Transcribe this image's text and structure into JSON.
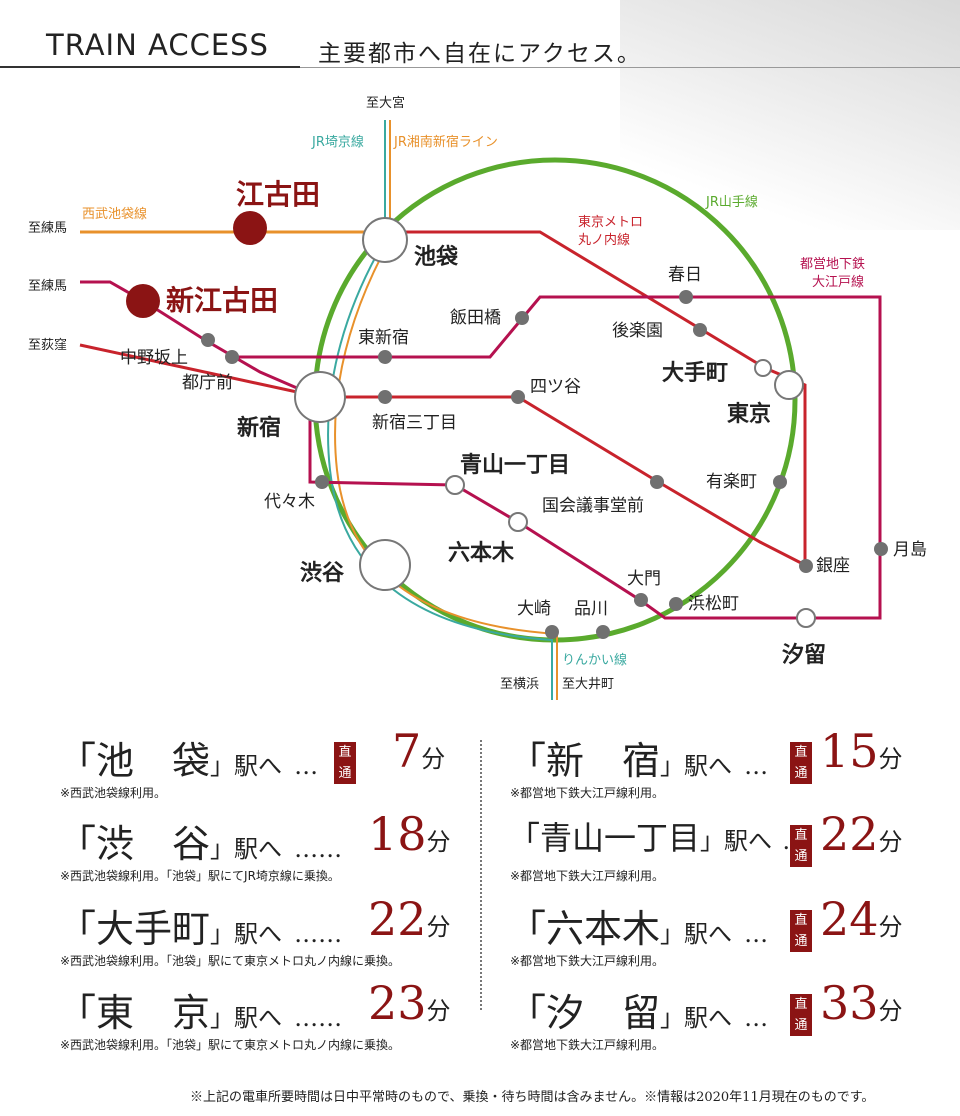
{
  "header": {
    "title_en": "TRAIN ACCESS",
    "title_ja": "主要都市へ自在にアクセス。"
  },
  "map": {
    "directions": {
      "omiya": "至大宮",
      "nerima1": "至練馬",
      "nerima2": "至練馬",
      "ogikubo": "至荻窪",
      "yokohama": "至横浜",
      "oimachi": "至大井町"
    },
    "lines": {
      "saikyo": "JR埼京線",
      "shonan": "JR湘南新宿ライン",
      "seibu": "西武池袋線",
      "yamanote": "JR山手線",
      "marunouchi_1": "東京メトロ",
      "marunouchi_2": "丸ノ内線",
      "oedo_1": "都営地下鉄",
      "oedo_2": "大江戸線",
      "rinkai": "りんかい線"
    },
    "stations": {
      "ekoda": "江古田",
      "shinekoda": "新江古田",
      "ikebukuro": "池袋",
      "shinjuku": "新宿",
      "shibuya": "渋谷",
      "tokyo": "東京",
      "otemachi": "大手町",
      "iidabashi": "飯田橋",
      "kasuga": "春日",
      "korakuen": "後楽園",
      "higashishinjuku": "東新宿",
      "nakanosakaue": "中野坂上",
      "tochomae": "都庁前",
      "shinjukusanchome": "新宿三丁目",
      "yotsuya": "四ツ谷",
      "aoyamaitchome": "青山一丁目",
      "kokkai": "国会議事堂前",
      "yurakucho": "有楽町",
      "yoyogi": "代々木",
      "roppongi": "六本木",
      "ginza": "銀座",
      "tsukishima": "月島",
      "daimon": "大門",
      "hamamatsucho": "浜松町",
      "osaki": "大崎",
      "shinagawa": "品川",
      "shiodome": "汐留"
    },
    "colors": {
      "yamanote": "#5aaa2d",
      "seibu": "#e8912b",
      "saikyo": "#3aa9a0",
      "marunouchi": "#c8232c",
      "oedo": "#b5114f",
      "accent": "#8b1414",
      "dot": "#707070"
    }
  },
  "times": {
    "badge": "直通",
    "ellipsis_short": "…",
    "ellipsis_long": "……",
    "ekihe": "」駅へ",
    "bracket_open": "「",
    "unit": "分",
    "rows": [
      {
        "name": "池　袋",
        "minutes": "7",
        "note": "※西武池袋線利用。"
      },
      {
        "name": "渋　谷",
        "minutes": "18",
        "note": "※西武池袋線利用。「池袋」駅にてJR埼京線に乗換。"
      },
      {
        "name": "大手町",
        "minutes": "22",
        "note": "※西武池袋線利用。「池袋」駅にて東京メトロ丸ノ内線に乗換。"
      },
      {
        "name": "東　京",
        "minutes": "23",
        "note": "※西武池袋線利用。「池袋」駅にて東京メトロ丸ノ内線に乗換。"
      },
      {
        "name": "新　宿",
        "minutes": "15",
        "note": "※都営地下鉄大江戸線利用。"
      },
      {
        "name": "青山一丁目",
        "minutes": "22",
        "note": "※都営地下鉄大江戸線利用。"
      },
      {
        "name": "六本木",
        "minutes": "24",
        "note": "※都営地下鉄大江戸線利用。"
      },
      {
        "name": "汐　留",
        "minutes": "33",
        "note": "※都営地下鉄大江戸線利用。"
      }
    ]
  },
  "footer": "※上記の電車所要時間は日中平常時のもので、乗換・待ち時間は含みません。※情報は2020年11月現在のものです。"
}
